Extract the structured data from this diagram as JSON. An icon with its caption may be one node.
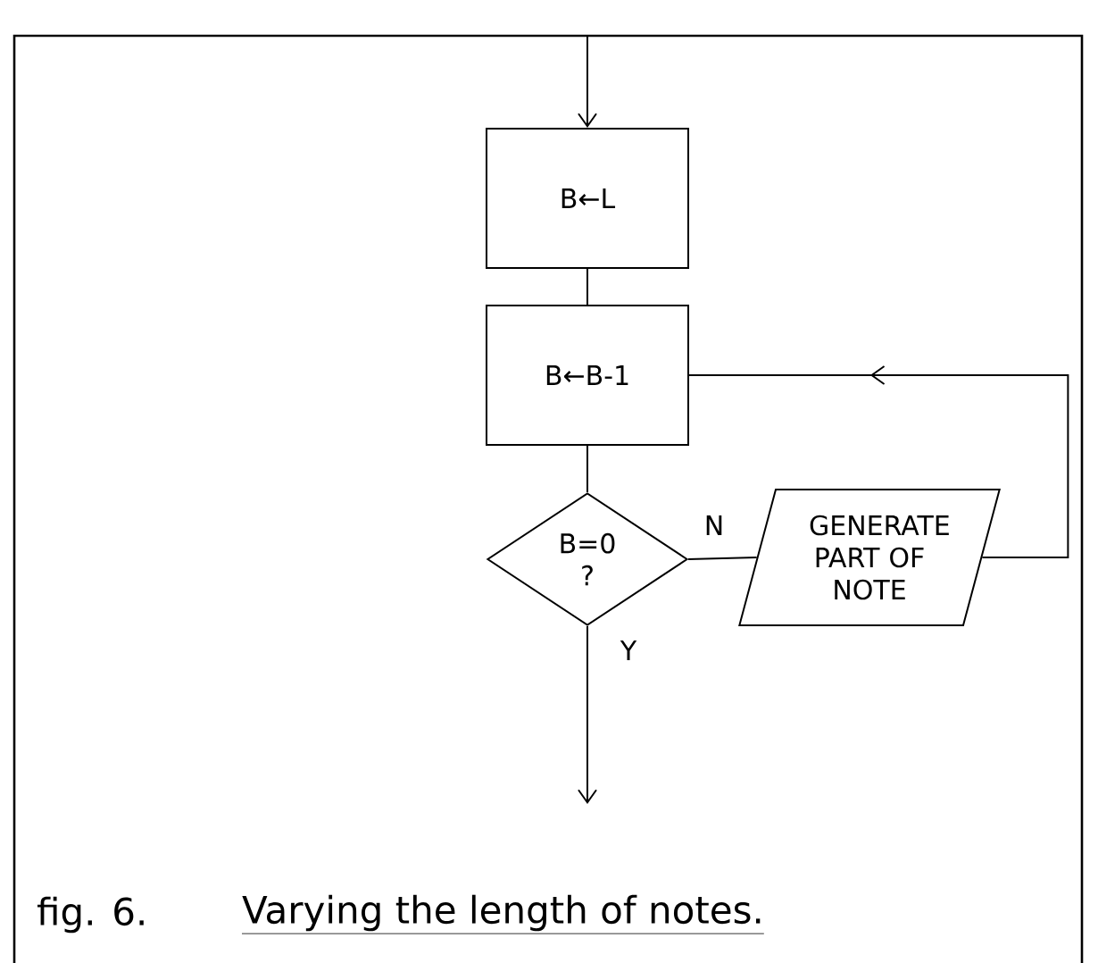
{
  "diagram": {
    "caption": "Varying the length of notes.",
    "nodes": [
      {
        "text": [
          "B←L"
        ]
      },
      {
        "text": [
          "B←B-1"
        ]
      },
      {
        "text": [
          "B=0 ?"
        ]
      },
      {
        "text": [
          "GENERATE PART OF NOTE"
        ]
      }
    ],
    "edges": [
      {
        "from": null,
        "to": 0,
        "arrow": "to"
      },
      {
        "from": 0,
        "to": 1,
        "arrow": "none"
      },
      {
        "from": 1,
        "to": 2,
        "arrow": "none"
      },
      {
        "from": 2,
        "to": 3,
        "arrow": "none",
        "label": "N"
      },
      {
        "from": 3,
        "to": 1,
        "arrow": "to"
      },
      {
        "from": 2,
        "to": null,
        "arrow": "to",
        "label": "Y"
      }
    ],
    "labels": [
      "fig. 6."
    ]
  }
}
